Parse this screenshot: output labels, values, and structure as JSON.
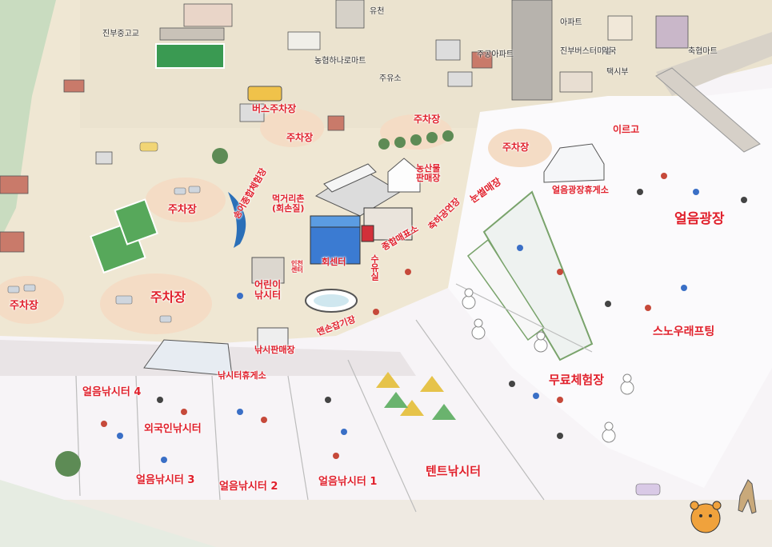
{
  "colors": {
    "label_red": "#e0202c",
    "ice": "#f7f4f7",
    "land": "#efe7d3",
    "parking": "#f4dcc5",
    "building_blue": "#3b7bd2",
    "fish_blue": "#2a6fb8"
  },
  "icons": [
    "fish-icon",
    "bear-mascot-icon",
    "deer-icon",
    "tree-icon",
    "car-icon",
    "tent-icon",
    "snowman-icon"
  ],
  "town_labels": {
    "school": "진부중고교",
    "mart1": "농협하나로마트",
    "gas": "주유소",
    "mart2": "주공아파트",
    "terminal": "진부버스터미널",
    "mart3": "축협마트",
    "apartment": "아파트",
    "pharmacy": "약국",
    "reservoir": "유천",
    "taxi": "택시부"
  },
  "zones": {
    "bus_parking": "버스주차장",
    "parking1": "주차장",
    "parking2": "주차장",
    "parking3": "주차장",
    "parking_west_upper": "주차장",
    "parking_west_lower": "주차장",
    "parking_southwest": "주차장",
    "food_street": "먹거리촌\n(회손질)",
    "farm_market": "농산물\n판매장",
    "snow_sled": "눈썰매장",
    "festival_stage": "축하공연장",
    "igloo": "이르고",
    "ice_plaza_rest": "얼음광장휴게소",
    "ice_plaza": "얼음광장",
    "trout_experience": "송어종합체험장",
    "center": "회센터",
    "ticket_office": "종합매표소",
    "water_sign": "수유실",
    "kids_fishing": "어린이\n낚시터",
    "kids_center": "인천\n센터",
    "hand_fishing": "맨손잡기장",
    "fishing_shop": "낚시판매장",
    "fishing_rest": "낚시터휴게소",
    "ice_fishing_4": "얼음낚시터 4",
    "foreigner_fishing": "외국인낚시터",
    "ice_fishing_3": "얼음낚시터 3",
    "ice_fishing_2": "얼음낚시터 2",
    "ice_fishing_1": "얼음낚시터 1",
    "tent_fishing": "텐트낚시터",
    "free_experience": "무료체험장",
    "snow_rafting": "스노우래프팅"
  }
}
